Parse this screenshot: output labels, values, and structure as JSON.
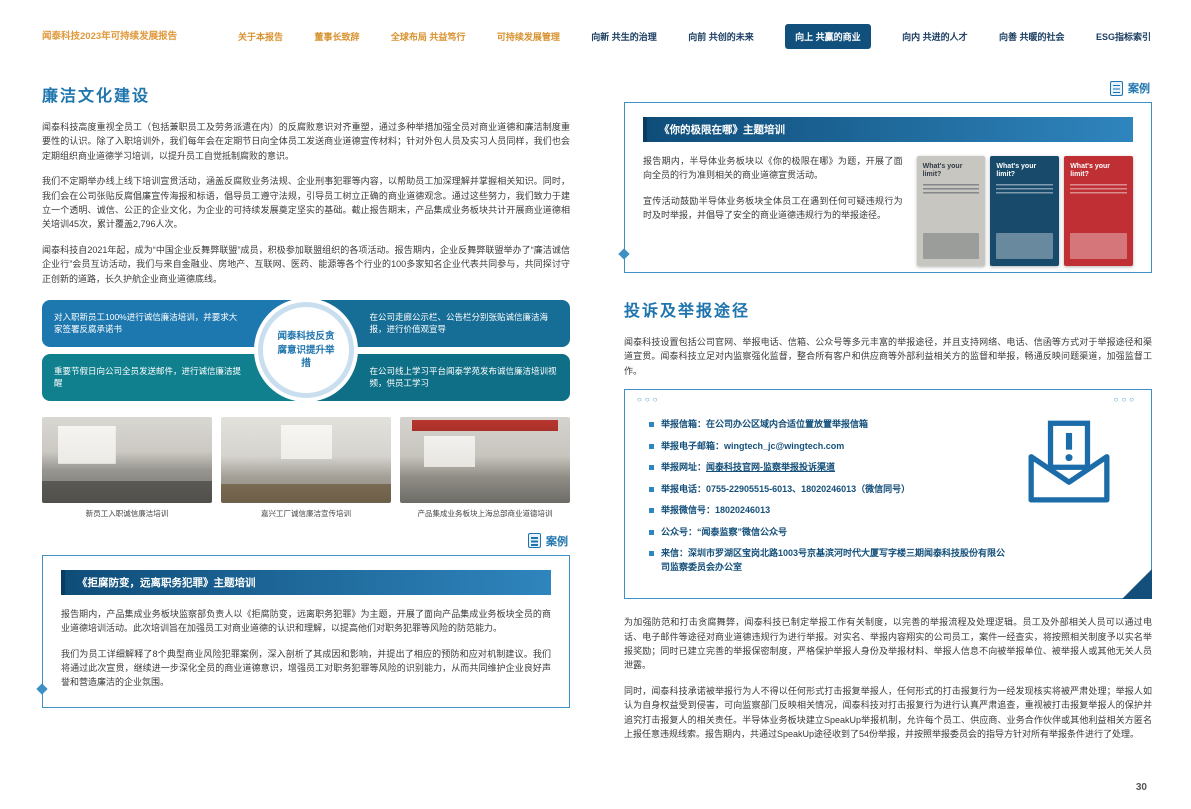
{
  "page": {
    "number": "30"
  },
  "header": {
    "logo": "闻泰科技2023年可持续发展报告",
    "nav": [
      "关于本报告",
      "董事长致辞",
      "全球布局 共益笃行",
      "可持续发展管理",
      "向新 共生的治理",
      "向前 共创的未来",
      "向上 共赢的商业",
      "向内 共进的人才",
      "向善 共暖的社会",
      "ESG指标索引"
    ]
  },
  "left": {
    "title": "廉洁文化建设",
    "paragraphs": [
      "闻泰科技高度重视全员工（包括兼职员工及劳务派遣在内）的反腐败意识对齐重塑，通过多种举措加强全员对商业道德和廉洁制度重要性的认识。除了入职培训外，我们每年会在定期节日向全体员工发送商业道德宣传材料；针对外包人员及实习人员同样，我们也会定期组织商业道德学习培训，以提升员工自觉抵制腐败的意识。",
      "我们不定期举办线上线下培训宣贯活动，涵盖反腐败业务法规、企业刑事犯罪等内容，以帮助员工加深理解并掌握相关知识。同时，我们会在公司张贴反腐倡廉宣传海报和标语，倡导员工遵守法规，引导员工树立正确的商业道德观念。通过这些努力，我们致力于建立一个透明、诚信、公正的企业文化，为企业的可持续发展奠定坚实的基础。截止报告期末，产品集成业务板块共计开展商业道德相关培训45次，累计覆盖2,796人次。",
      "闻泰科技自2021年起，成为“中国企业反舞弊联盟”成员，积极参加联盟组织的各项活动。报告期内，企业反舞弊联盟举办了“廉洁诚信企业行”会员互访活动，我们与来自金融业、房地产、互联网、医药、能源等各个行业的100多家知名企业代表共同参与，共同探讨守正创新的道路，长久护航企业商业道德底线。"
    ],
    "diagram": {
      "center": "闻泰科技反贪腐意识提升举措",
      "boxes": [
        "对入职新员工100%进行诚信廉洁培训，并要求大家签署反腐承诺书",
        "在公司走廊公示栏、公告栏分别张贴诚信廉洁海报，进行价值观宣导",
        "重要节假日向公司全员发送邮件，进行诚信廉洁提醒",
        "在公司线上学习平台闻泰学苑发布诚信廉洁培训视频，供员工学习"
      ]
    },
    "photos": [
      {
        "caption": "新员工入职诚信廉洁培训"
      },
      {
        "caption": "嘉兴工厂诚信廉洁宣传培训"
      },
      {
        "caption": "产品集成业务板块上海总部商业道德培训"
      }
    ],
    "case": {
      "tag": "案例",
      "title": "《拒腐防变，远离职务犯罪》主题培训",
      "paragraphs": [
        "报告期内，产品集成业务板块监察部负责人以《拒腐防变，远离职务犯罪》为主题，开展了面向产品集成业务板块全员的商业道德培训活动。此次培训旨在加强员工对商业道德的认识和理解，以提高他们对职务犯罪等风险的防范能力。",
        "我们为员工详细解释了8个典型商业风险犯罪案例，深入剖析了其成因和影响，并提出了相应的预防和应对机制建议。我们将通过此次宣贯，继续进一步深化全员的商业道德意识，增强员工对职务犯罪等风险的识别能力，从而共同维护企业良好声誉和营造廉洁的企业氛围。"
      ]
    }
  },
  "right": {
    "case": {
      "tag": "案例",
      "title": "《你的极限在哪》主题培训",
      "paragraphs": [
        "报告期内，半导体业务板块以《你的极限在哪》为题，开展了面向全员的行为准则相关的商业道德宣贯活动。",
        "宣传活动鼓励半导体业务板块全体员工在遇到任何可疑违规行为时及时举报，并倡导了安全的商业道德违规行为的举报途径。"
      ],
      "posters": [
        {
          "title": "What's your limit?"
        },
        {
          "title": "What's your limit?"
        },
        {
          "title": "What's your limit?"
        }
      ]
    },
    "complaint": {
      "title": "投诉及举报途径",
      "intro": "闻泰科技设置包括公司官网、举报电话、信箱、公众号等多元丰富的举报途径，并且支持网络、电话、信函等方式对于举报途径和渠道宣贯。闻泰科技立足对内监察强化监督，整合所有客户和供应商等外部利益相关方的监督和举报，畅通反映问题渠道，加强监督工作。",
      "contacts": [
        {
          "label": "举报信箱：",
          "value": "在公司办公区域内合适位置放置举报信箱"
        },
        {
          "label": "举报电子邮箱：",
          "value": "wingtech_jc@wingtech.com"
        },
        {
          "label": "举报网址：",
          "value": "闻泰科技官网-监察举报投诉渠道"
        },
        {
          "label": "举报电话：",
          "value": "0755-22905515-6013、18020246013（微信同号）"
        },
        {
          "label": "举报微信号：",
          "value": "18020246013"
        },
        {
          "label": "公众号：",
          "value": "“闻泰监察”微信公众号"
        },
        {
          "label": "来信：",
          "value": "深圳市罗湖区宝岗北路1003号京基滨河时代大厦写字楼三期闻泰科技股份有限公司监察委员会办公室"
        }
      ],
      "closing": [
        "为加强防范和打击贪腐舞弊，闻泰科技已制定举报工作有关制度，以完善的举报流程及处理逻辑。员工及外部相关人员可以通过电话、电子邮件等途径对商业道德违规行为进行举报。对实名、举报内容翔实的公司员工，案件一经查实，将按照相关制度予以实名举报奖励；同时已建立完善的举报保密制度，严格保护举报人身份及举报材料、举报人信息不向被举报单位、被举报人或其他无关人员泄露。",
        "同时，闻泰科技承诺被举报行为人不得以任何形式打击报复举报人，任何形式的打击报复行为一经发现核实将被严肃处理；举报人如认为自身权益受到侵害，可向监察部门反映相关情况，闻泰科技对打击报复行为进行认真严肃追查，重视被打击报复举报人的保护并追究打击报复人的相关责任。半导体业务板块建立SpeakUp举报机制，允许每个员工、供应商、业务合作伙伴或其他利益相关方匿名上报任意违规线索。报告期内，共通过SpeakUp途径收到了54份举报，并按照举报委员会的指导方针对所有举报条件进行了处理。"
      ]
    }
  },
  "colors": {
    "accent": "#1e74ad",
    "teal": "#11808e",
    "navy": "#11507c",
    "orange": "#d8922f",
    "poster_red": "#bf2f33"
  }
}
